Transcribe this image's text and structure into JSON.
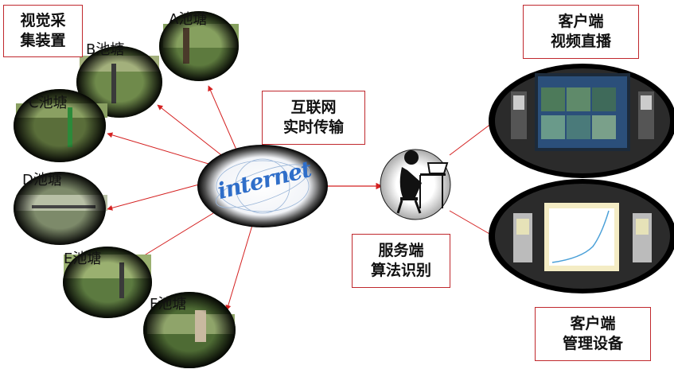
{
  "boxes": {
    "vision_device": [
      "视觉采",
      "集装置"
    ],
    "internet_transfer": [
      "互联网",
      "实时传输"
    ],
    "server": [
      "服务端",
      "算法识别"
    ],
    "client_video": [
      "客户端",
      "视频直播"
    ],
    "client_manage": [
      "客户端",
      "管理设备"
    ]
  },
  "ponds": [
    {
      "id": "a",
      "label": "A池塘"
    },
    {
      "id": "b",
      "label": "B池塘"
    },
    {
      "id": "c",
      "label": "C池塘"
    },
    {
      "id": "d",
      "label": "D池塘"
    },
    {
      "id": "e",
      "label": "E池塘"
    },
    {
      "id": "f",
      "label": "F池塘"
    }
  ],
  "internet": {
    "text": "internet"
  },
  "colors": {
    "arrow": "#d42020",
    "box_border": "#c0282d",
    "internet_text": "#2f6ec9"
  }
}
